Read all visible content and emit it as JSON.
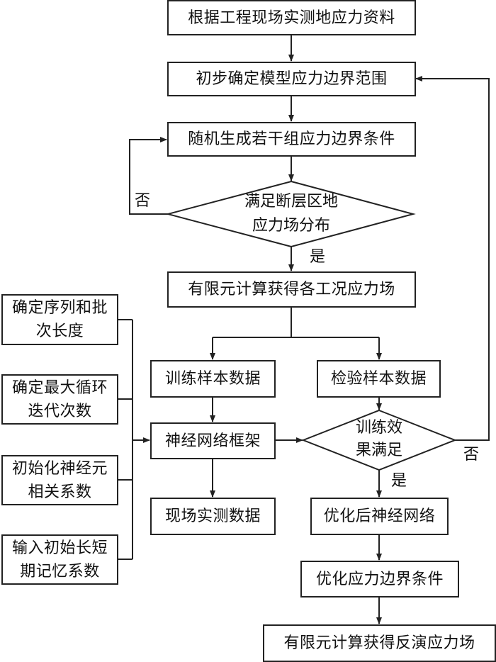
{
  "flowchart": {
    "steps": {
      "field_data": "根据工程现场实测地应力资料",
      "initial_range": "初步确定模型应力边界范围",
      "random_generate": "随机生成若干组应力边界条件",
      "fem_cases": "有限元计算获得各工况应力场",
      "train_samples": "训练样本数据",
      "test_samples": "检验样本数据",
      "nn_framework": "神经网络框架",
      "measured_data": "现场实测数据",
      "optimized_nn": "优化后神经网络",
      "optimize_boundary": "优化应力边界条件",
      "fem_inverse": "有限元计算获得反演应力场"
    },
    "decisions": {
      "fault_zone": {
        "line1": "满足断层区地",
        "line2": "应力场分布"
      },
      "training": {
        "line1": "训练效",
        "line2": "果满足"
      }
    },
    "labels": {
      "yes": "是",
      "no": "否"
    },
    "parameters": [
      {
        "line1": "确定序列和批",
        "line2": "次长度"
      },
      {
        "line1": "确定最大循环",
        "line2": "迭代次数"
      },
      {
        "line1": "初始化神经元",
        "line2": "相关系数"
      },
      {
        "line1": "输入初始长短",
        "line2": "期记忆系数"
      }
    ]
  }
}
